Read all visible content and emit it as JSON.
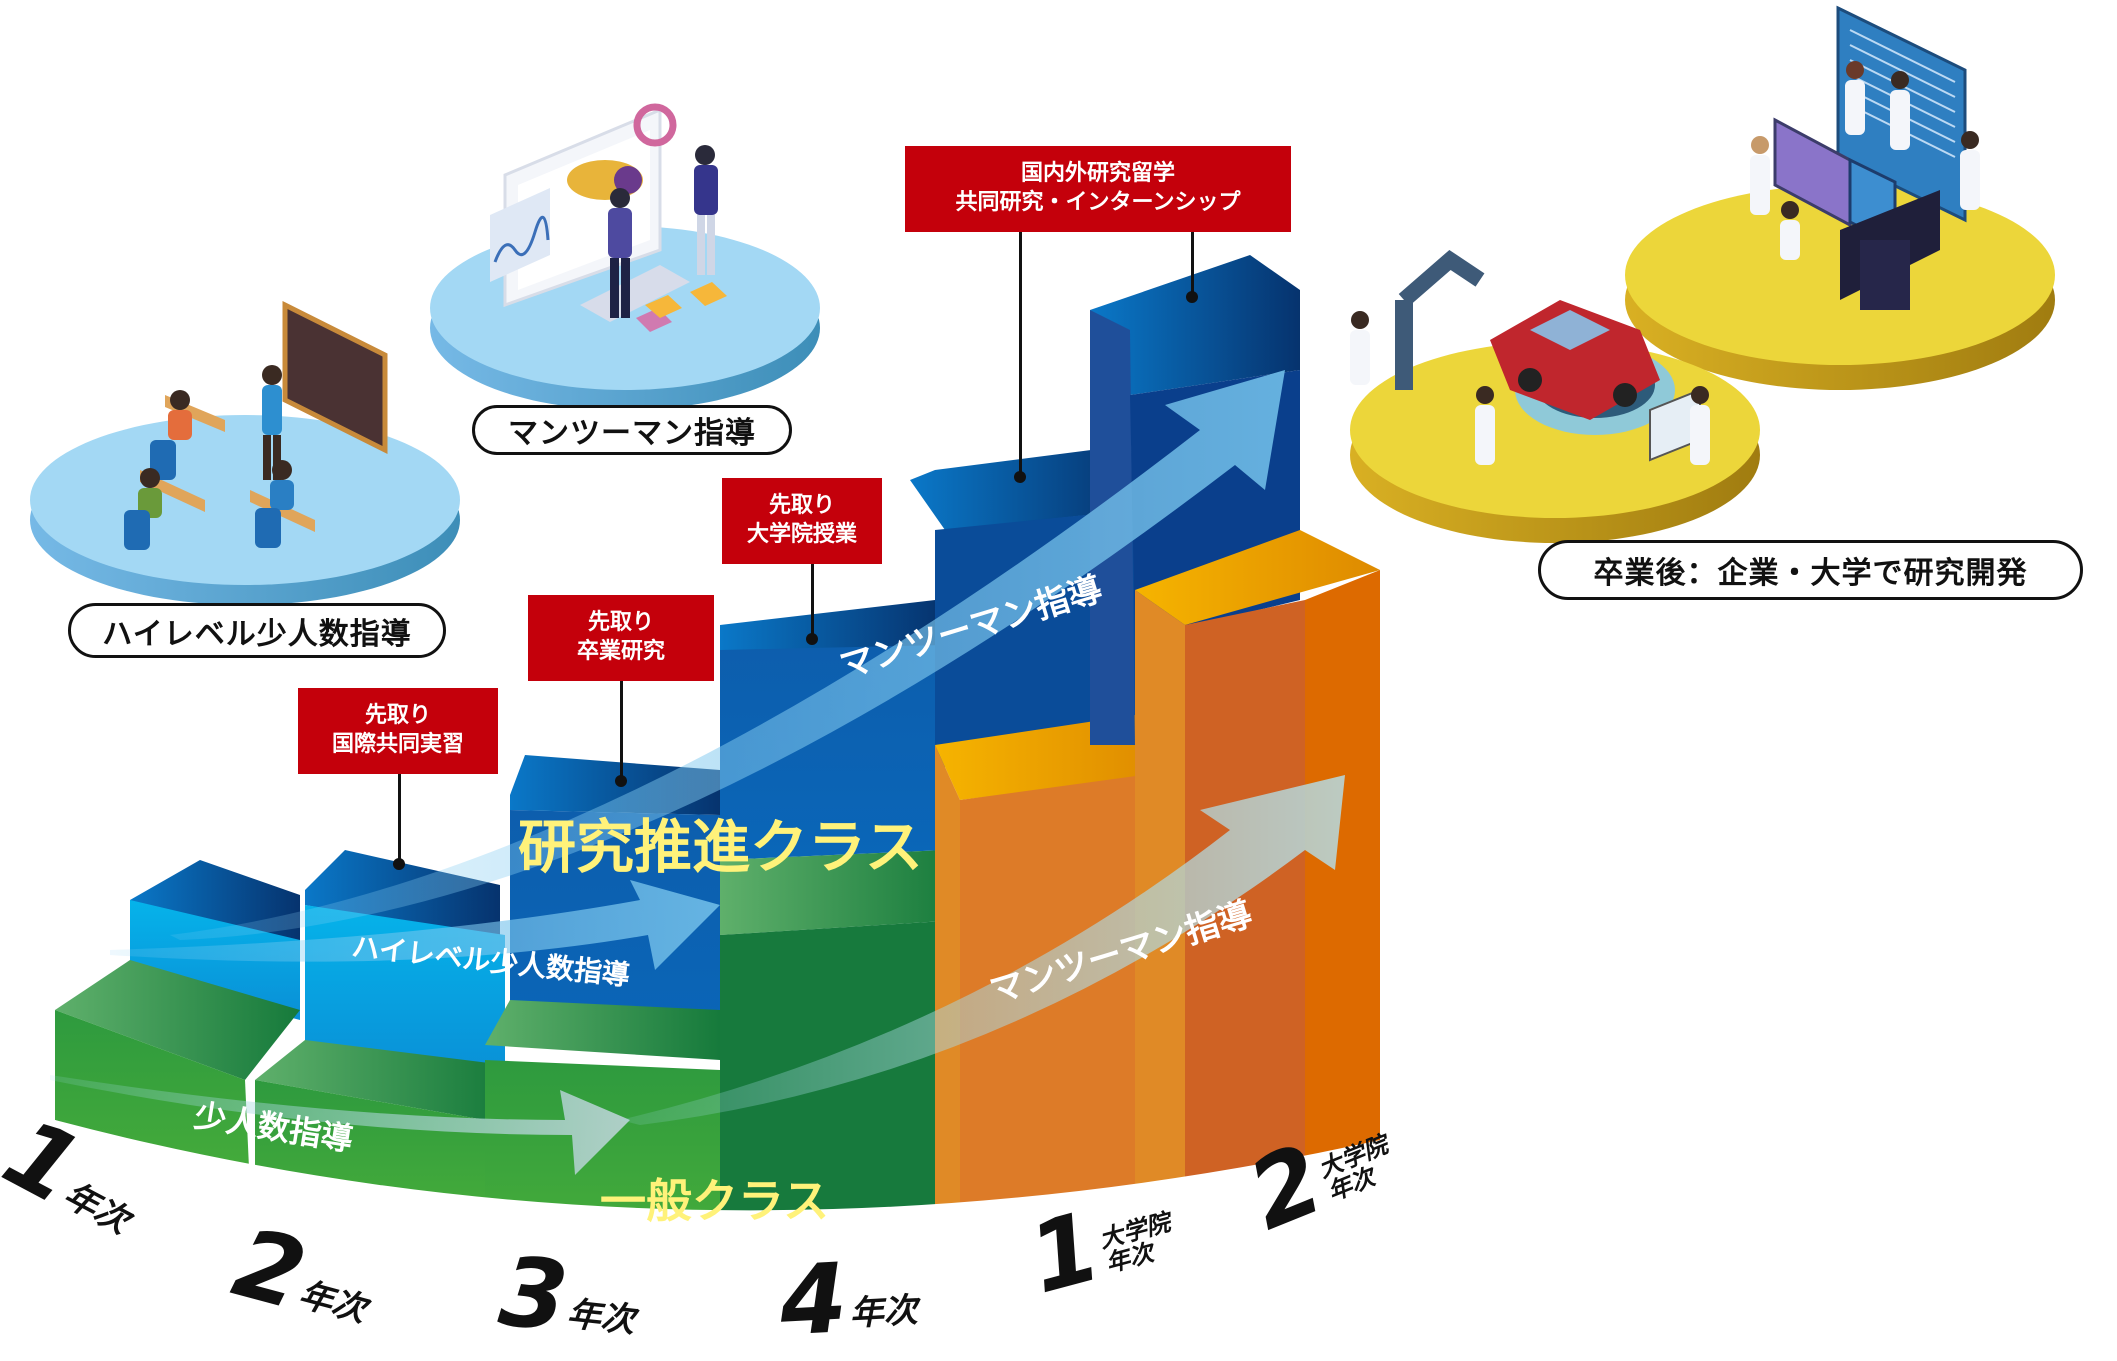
{
  "illustrations": {
    "classroom": {
      "label": "ハイレベル少人数指導"
    },
    "one_to_one": {
      "label": "マンツーマン指導"
    },
    "after_graduation": {
      "label": "卒業後：企業・大学で研究開発"
    }
  },
  "callouts": [
    {
      "line1": "先取り",
      "line2": "国際共同実習"
    },
    {
      "line1": "先取り",
      "line2": "卒業研究"
    },
    {
      "line1": "先取り",
      "line2": "大学院授業"
    },
    {
      "line1": "国内外研究留学",
      "line2": "共同研究・インターンシップ"
    }
  ],
  "classes": {
    "research": "研究推進クラス",
    "general": "一般クラス"
  },
  "arrows": {
    "research_lower": "ハイレベル少人数指導",
    "research_upper": "マンツーマン指導",
    "general_lower": "少人数指導",
    "general_upper": "マンツーマン指導"
  },
  "years": [
    {
      "num": "1",
      "suffix": "年次"
    },
    {
      "num": "2",
      "suffix": "年次"
    },
    {
      "num": "3",
      "suffix": "年次"
    },
    {
      "num": "4",
      "suffix": "年次"
    },
    {
      "num": "1",
      "prefix": "大学院",
      "suffix": "年次"
    },
    {
      "num": "2",
      "prefix": "大学院",
      "suffix": "年次"
    }
  ],
  "colors": {
    "callout_red": "#c4000b",
    "research_blue": "#0b5fae",
    "research_blue_light": "#00a3e0",
    "general_green": "#2e9a3e",
    "graduate_orange": "#e87a12",
    "class_label_yellow": "#fff27a",
    "disc_blue": "#9fd6f2",
    "disc_yellow": "#ecd63a"
  }
}
